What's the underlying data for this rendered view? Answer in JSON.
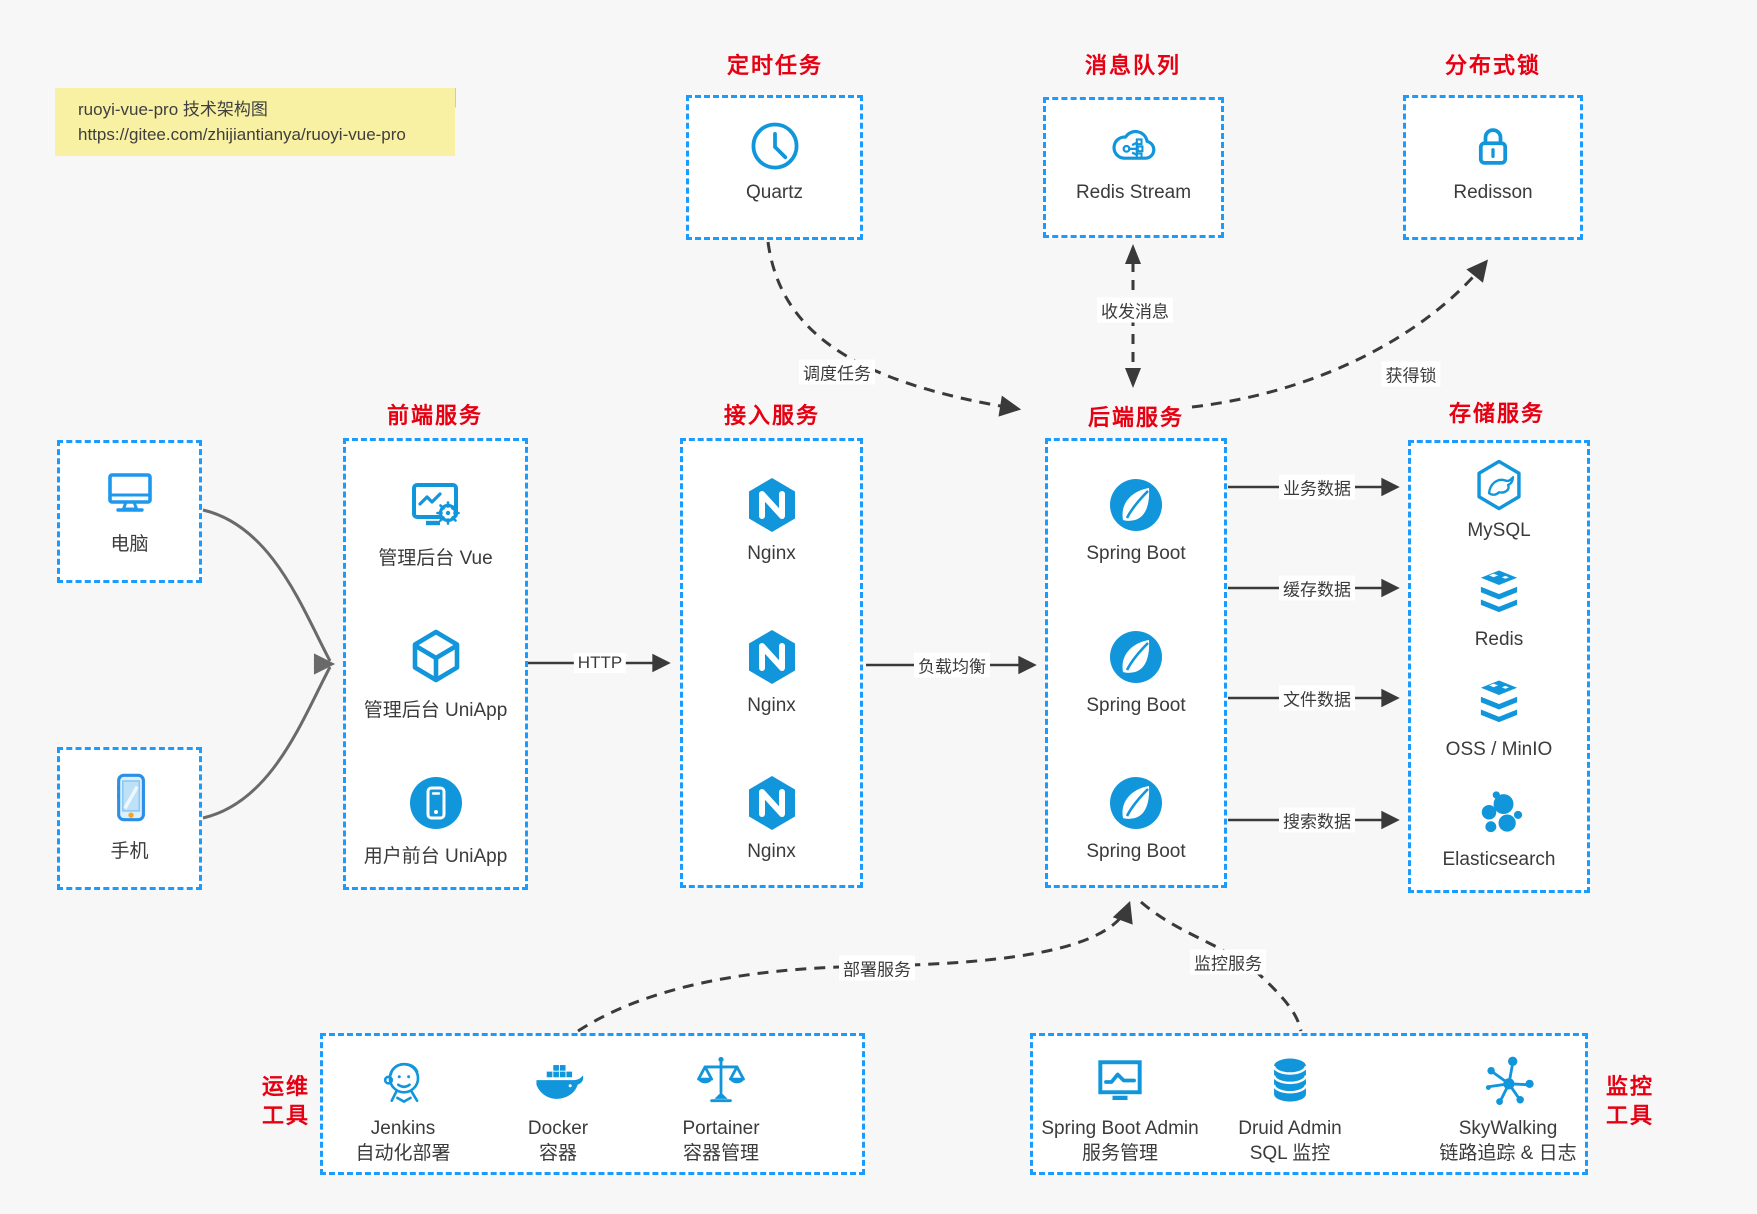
{
  "note": {
    "line1": "ruoyi-vue-pro 技术架构图",
    "line2": "https://gitee.com/zhijiantianya/ruoyi-vue-pro"
  },
  "top_services": [
    {
      "title": "定时任务",
      "item": {
        "icon": "clock-icon",
        "label": "Quartz"
      }
    },
    {
      "title": "消息队列",
      "item": {
        "icon": "cloud-message-icon",
        "label": "Redis Stream"
      }
    },
    {
      "title": "分布式锁",
      "item": {
        "icon": "lock-icon",
        "label": "Redisson"
      }
    }
  ],
  "clients": [
    {
      "icon": "desktop-icon",
      "label": "电脑"
    },
    {
      "icon": "mobile-icon",
      "label": "手机"
    }
  ],
  "columns": [
    {
      "title": "前端服务",
      "items": [
        {
          "icon": "admin-vue-icon",
          "label": "管理后台 Vue"
        },
        {
          "icon": "uniapp-cube-icon",
          "label": "管理后台 UniApp"
        },
        {
          "icon": "user-app-icon",
          "label": "用户前台 UniApp"
        }
      ]
    },
    {
      "title": "接入服务",
      "items": [
        {
          "icon": "nginx-icon",
          "label": "Nginx"
        },
        {
          "icon": "nginx-icon",
          "label": "Nginx"
        },
        {
          "icon": "nginx-icon",
          "label": "Nginx"
        }
      ]
    },
    {
      "title": "后端服务",
      "items": [
        {
          "icon": "spring-boot-icon",
          "label": "Spring Boot"
        },
        {
          "icon": "spring-boot-icon",
          "label": "Spring Boot"
        },
        {
          "icon": "spring-boot-icon",
          "label": "Spring Boot"
        }
      ]
    },
    {
      "title": "存储服务",
      "items": [
        {
          "icon": "mysql-icon",
          "label": "MySQL"
        },
        {
          "icon": "redis-icon",
          "label": "Redis"
        },
        {
          "icon": "minio-icon",
          "label": "OSS / MinIO"
        },
        {
          "icon": "elasticsearch-icon",
          "label": "Elasticsearch"
        }
      ]
    }
  ],
  "tool_groups": [
    {
      "side_title_lines": [
        "运维",
        "工具"
      ],
      "items": [
        {
          "icon": "jenkins-icon",
          "label": "Jenkins",
          "sublabel": "自动化部署"
        },
        {
          "icon": "docker-icon",
          "label": "Docker",
          "sublabel": "容器"
        },
        {
          "icon": "portainer-icon",
          "label": "Portainer",
          "sublabel": "容器管理"
        }
      ]
    },
    {
      "side_title_lines": [
        "监控",
        "工具"
      ],
      "items": [
        {
          "icon": "monitor-chart-icon",
          "label": "Spring Boot Admin",
          "sublabel": "服务管理"
        },
        {
          "icon": "database-icon",
          "label": "Druid Admin",
          "sublabel": "SQL 监控"
        },
        {
          "icon": "topology-icon",
          "label": "SkyWalking",
          "sublabel": "链路追踪 & 日志"
        }
      ]
    }
  ],
  "edges": {
    "http": "HTTP",
    "load_balance": "负载均衡",
    "schedule_job": "调度任务",
    "send_receive_message": "收发消息",
    "acquire_lock": "获得锁",
    "business_data": "业务数据",
    "cache_data": "缓存数据",
    "file_data": "文件数据",
    "search_data": "搜索数据",
    "deploy_service": "部署服务",
    "monitor_service": "监控服务"
  },
  "colors": {
    "border_blue": "#1c9bff",
    "icon_blue": "#1296db",
    "title_red": "#e60012",
    "arrow_dark": "#3a3a3a",
    "client_line_gray": "#6a6a6a",
    "note_yellow": "#f8f0a2"
  }
}
